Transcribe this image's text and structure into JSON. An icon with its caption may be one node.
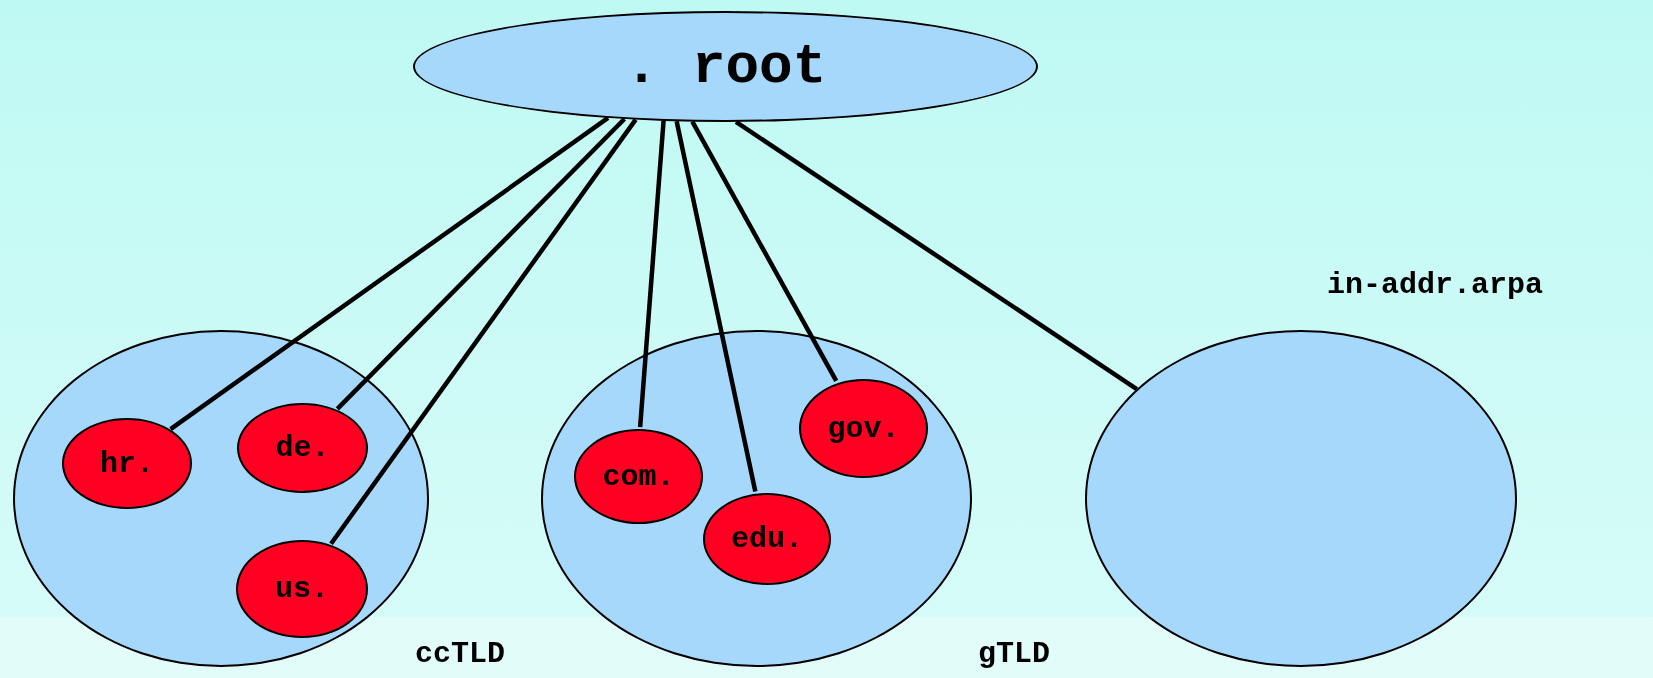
{
  "diagram": {
    "nodes": [
      {
        "text": [
          ". root"
        ]
      },
      {
        "text": [
          "ccTLD"
        ]
      },
      {
        "text": [
          "hr."
        ],
        "in": 1
      },
      {
        "text": [
          "de."
        ],
        "in": 1
      },
      {
        "text": [
          "us."
        ],
        "in": 1
      },
      {
        "text": [
          "gTLD"
        ]
      },
      {
        "text": [
          "com."
        ],
        "in": 5
      },
      {
        "text": [
          "edu."
        ],
        "in": 5
      },
      {
        "text": [
          "gov."
        ],
        "in": 5
      },
      {
        "text": [
          "in-addr.arpa"
        ]
      }
    ],
    "edges": [
      {
        "from": 0,
        "to": 2,
        "arrow": "none"
      },
      {
        "from": 0,
        "to": 3,
        "arrow": "none"
      },
      {
        "from": 0,
        "to": 4,
        "arrow": "none"
      },
      {
        "from": 0,
        "to": 6,
        "arrow": "none"
      },
      {
        "from": 0,
        "to": 7,
        "arrow": "none"
      },
      {
        "from": 0,
        "to": 8,
        "arrow": "none"
      },
      {
        "from": 0,
        "to": 9,
        "arrow": "none"
      }
    ]
  }
}
